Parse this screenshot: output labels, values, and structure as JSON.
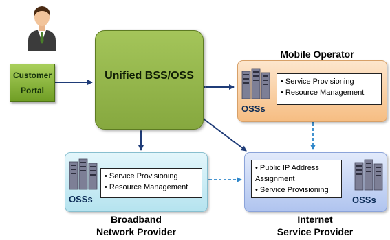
{
  "customer_portal": {
    "line1": "Customer",
    "line2": "Portal"
  },
  "unified": {
    "label": "Unified BSS/OSS"
  },
  "mobile_operator": {
    "title": "Mobile Operator",
    "oss_label": "OSSs",
    "items": [
      "• Service Provisioning",
      "• Resource Management"
    ]
  },
  "broadband": {
    "title_line1": "Broadband",
    "title_line2": "Network Provider",
    "oss_label": "OSSs",
    "items": [
      "• Service Provisioning",
      "• Resource Management"
    ]
  },
  "internet": {
    "title_line1": "Internet",
    "title_line2": "Service Provider",
    "oss_label": "OSSs",
    "items": [
      "• Public IP Address",
      "Assignment",
      "• Service Provisioning"
    ]
  },
  "colors": {
    "arrow": "#1f3c78",
    "dashed": "#2e86c9",
    "portal": "#7aaa2c",
    "unified": "#93b549"
  }
}
